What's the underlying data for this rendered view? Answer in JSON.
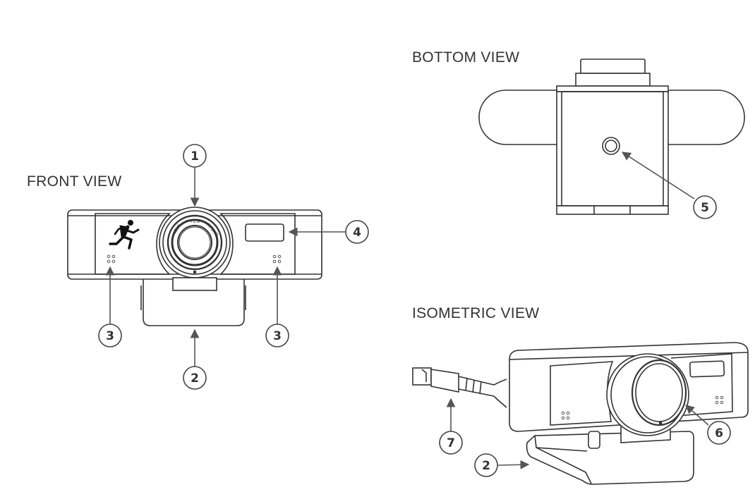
{
  "views": {
    "front": {
      "title": "FRONT VIEW"
    },
    "bottom": {
      "title": "BOTTOM VIEW"
    },
    "isometric": {
      "title": "ISOMETRIC VIEW"
    }
  },
  "callouts": {
    "front_top": "1",
    "front_bottom": "2",
    "front_mic_left": "3",
    "front_mic_right": "3",
    "front_right": "4",
    "bottom_mount": "5",
    "iso_lens": "6",
    "iso_cable": "7",
    "iso_base": "2"
  },
  "lens_text": {
    "top": "F1.8",
    "left": "LENS",
    "right": "4K UHD"
  },
  "colors": {
    "line": "#333333",
    "callout_line": "#555555",
    "callout_circle_stroke": "#444444",
    "background": "#ffffff"
  },
  "icons": {
    "logo": "running-figure-icon",
    "mic": "mic-holes-icon"
  }
}
